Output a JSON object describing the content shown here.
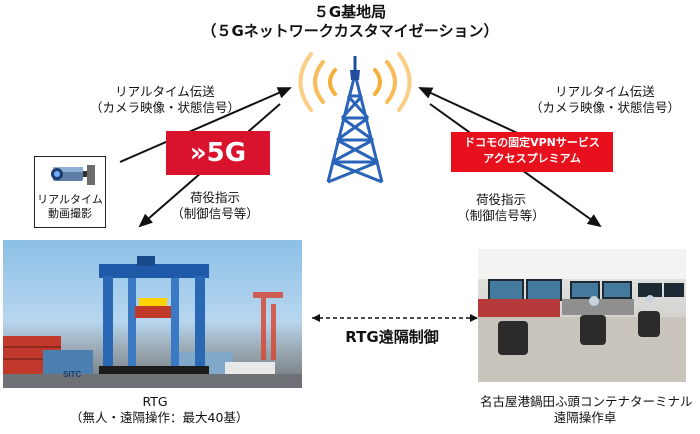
{
  "title_line1": "５G基地局",
  "title_line2": "（５Gネットワークカスタマイゼーション）",
  "left_top_label": [
    "リアルタイム伝送",
    "（カメラ映像・状態信号）"
  ],
  "right_top_label": [
    "リアルタイム伝送",
    "（カメラ映像・状態信号）"
  ],
  "left_bottom_label": [
    "荷役指示",
    "（制御信号等）"
  ],
  "right_bottom_label": [
    "荷役指示",
    "（制御信号等）"
  ],
  "badge_5g": "»5G",
  "docomo_service": [
    "ドコモの固定VPNサービス",
    "アクセスプレミアム"
  ],
  "camera_label": [
    "リアルタイム",
    "動画撮影"
  ],
  "remote_control_label": "RTG遠隔制御",
  "rtg_caption": [
    "RTG",
    "（無人・遠隔操作：最大40基）"
  ],
  "terminal_caption": [
    "名古屋港鍋田ふ頭コンテナターミナル",
    "遠隔操作卓"
  ],
  "container_text": "SITC",
  "colors": {
    "brand_red": "#d9132e",
    "docomo_red": "#e8101d",
    "arrow": "#111111",
    "wave_orange": "#f5a623"
  }
}
